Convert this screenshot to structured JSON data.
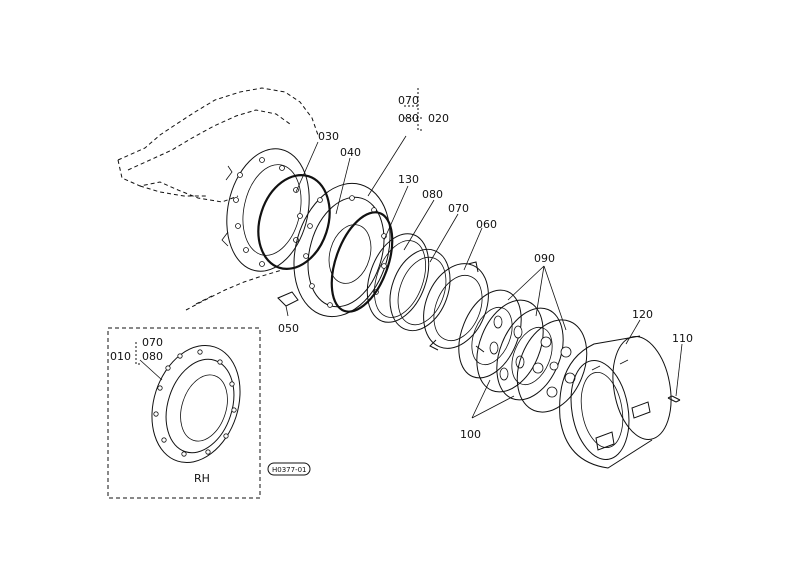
{
  "diagram": {
    "callouts": {
      "p010": "010",
      "p020": "020",
      "p030": "030",
      "p040": "040",
      "p050": "050",
      "p060": "060",
      "p070": "070",
      "p080": "080",
      "p090": "090",
      "p100": "100",
      "p110": "110",
      "p120": "120",
      "p130": "130"
    },
    "group_top": {
      "line1": "070",
      "line2": "080"
    },
    "inset": {
      "title": "RH",
      "callout_main": "010",
      "callout_a": "070",
      "callout_b": "080"
    },
    "drawing_code": "H0377-01"
  }
}
